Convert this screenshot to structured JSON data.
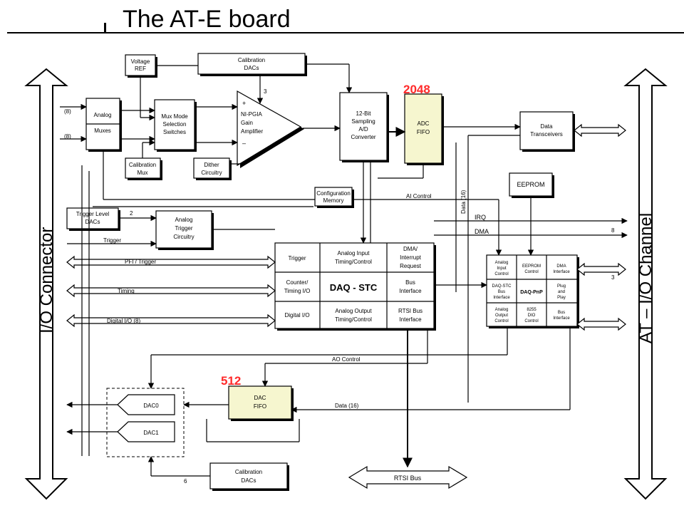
{
  "title": "The AT-E board",
  "annotations": {
    "adc_fifo_size": "2048",
    "dac_fifo_size": "512",
    "color": "#ff2a2a"
  },
  "colors": {
    "fifo_fill": "#f6f6cf"
  },
  "side_labels": {
    "left": "I/O Connector",
    "right": "AT – I/O Channel"
  },
  "blocks": {
    "voltage_ref": [
      "Voltage",
      "REF"
    ],
    "cal_dacs_top": [
      "Calibration",
      "DACs"
    ],
    "analog_muxes": [
      "Analog",
      "Muxes"
    ],
    "mux_mode": [
      "Mux Mode",
      "Selection",
      "Switches"
    ],
    "pgia": [
      "NI-PGIA",
      "Gain",
      "Amplifier"
    ],
    "pgia_plus": "+",
    "pgia_minus": "–",
    "adc": [
      "12-Bit",
      "Sampling",
      "A/D",
      "Converter"
    ],
    "adc_fifo": [
      "ADC",
      "FIFO"
    ],
    "data_transceivers": [
      "Data",
      "Transceivers"
    ],
    "cal_mux": [
      "Calibration",
      "Mux"
    ],
    "dither": [
      "Dither",
      "Circuitry"
    ],
    "eeprom": "EEPROM",
    "config_memory": [
      "Configuration",
      "Memory"
    ],
    "trigger_level": [
      "Trigger Level",
      "DACs"
    ],
    "analog_trigger": [
      "Analog",
      "Trigger",
      "Circuitry"
    ],
    "dac_fifo": [
      "DAC",
      "FIFO"
    ],
    "dac0": "DAC0",
    "dac1": "DAC1",
    "cal_dacs_bottom": [
      "Calibration",
      "DACs"
    ],
    "rtsi_bus": "RTSI Bus"
  },
  "daq_stc": {
    "trigger": "Trigger",
    "analog_input": [
      "Analog Input",
      "Timing/Control"
    ],
    "dma_interrupt": [
      "DMA/",
      "Interrupt",
      "Request"
    ],
    "counter": [
      "Counter/",
      "Timing I/O"
    ],
    "center": "DAQ - STC",
    "bus_interface": [
      "Bus",
      "Interface"
    ],
    "digital_io": "Digital I/O",
    "analog_output": [
      "Analog Output",
      "Timing/Control"
    ],
    "rtsi_bus_iface": [
      "RTSI Bus",
      "Interface"
    ]
  },
  "daq_pnp": {
    "analog_input_ctrl": [
      "Analog",
      "Input",
      "Control"
    ],
    "eeprom_ctrl": [
      "EEPROM",
      "Control"
    ],
    "dma_iface": [
      "DMA",
      "Interface"
    ],
    "daq_stc_bus": [
      "DAQ-STC",
      "Bus",
      "Interface"
    ],
    "center": "DAQ-PnP",
    "plug_play": [
      "Plug",
      "and",
      "Play"
    ],
    "analog_output_ctrl": [
      "Analog",
      "Output",
      "Control"
    ],
    "dio_8255": [
      "8255",
      "DIO",
      "Control"
    ],
    "bus_iface": [
      "Bus",
      "Interface"
    ]
  },
  "signals": {
    "mux_in1": "(8)",
    "mux_in2": "(8)",
    "pgia_bus": "3",
    "trig_bus": "2",
    "trigger": "Trigger",
    "pfi": "PFI / Trigger",
    "timing": "Timing",
    "digital_io": "Digital I/O (8)",
    "ai_control": "AI Control",
    "data16_vertical": "Data (16)",
    "irq": "IRQ",
    "dma": "DMA",
    "irq_bus": "8",
    "dma_bus": "3",
    "ao_control": "AO Control",
    "data16_bottom": "Data (16)",
    "cal_bus": "6"
  }
}
